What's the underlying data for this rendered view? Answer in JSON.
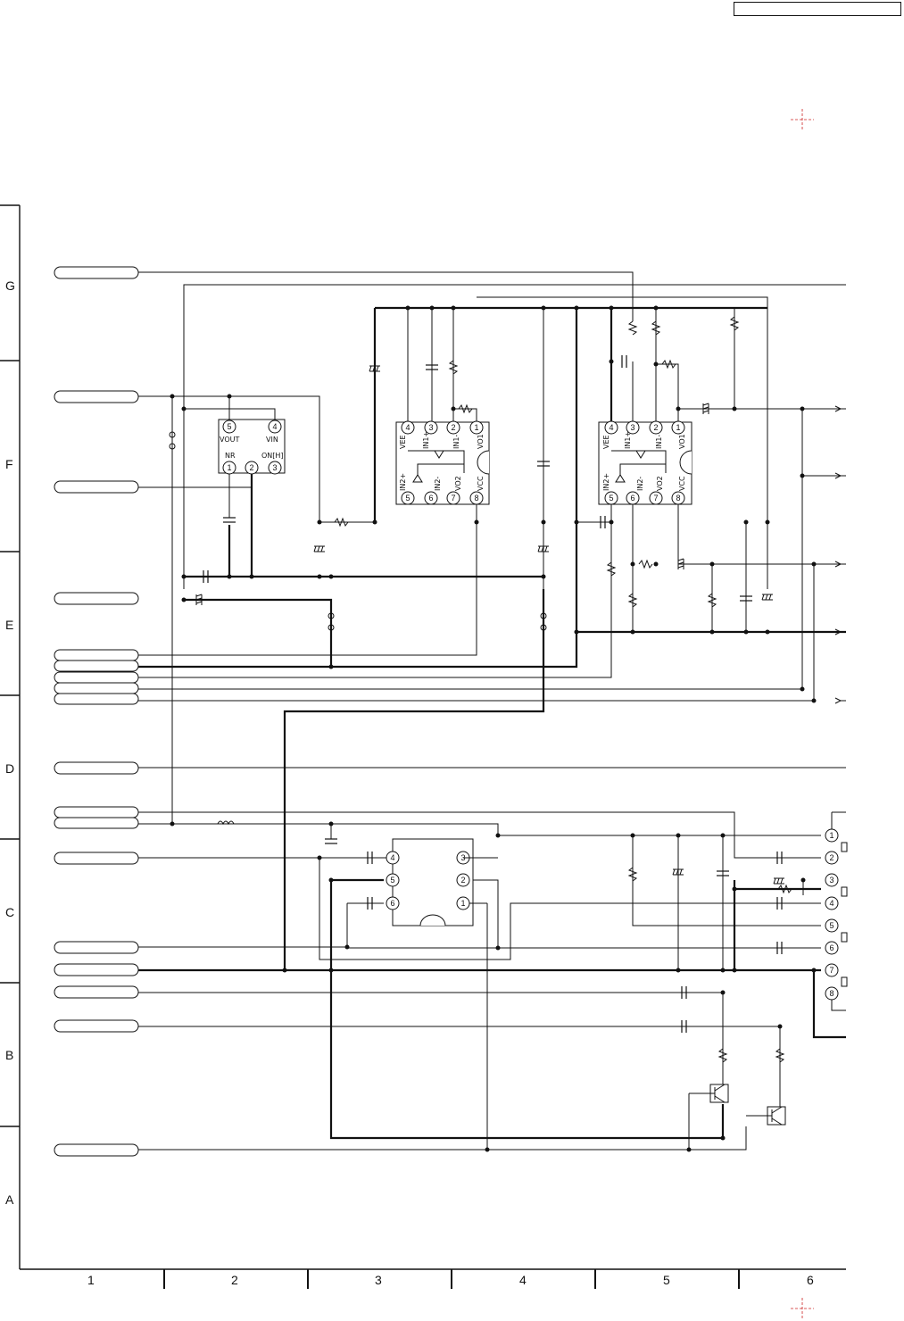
{
  "row_labels": [
    "G",
    "F",
    "E",
    "D",
    "C",
    "B",
    "A"
  ],
  "column_labels": [
    "1",
    "2",
    "3",
    "4",
    "5",
    "6"
  ],
  "regulator": {
    "pins": [
      "5",
      "4",
      "1",
      "2",
      "3"
    ],
    "labels": [
      "VOUT",
      "VIN",
      "NR",
      "ON[H]"
    ]
  },
  "opamp_left": {
    "pins_top": [
      "4",
      "3",
      "2",
      "1"
    ],
    "pins_bottom": [
      "5",
      "6",
      "7",
      "8"
    ],
    "labels_top": [
      "VEE",
      "IN1+",
      "IN1-",
      "VO1"
    ],
    "labels_bottom": [
      "IN2+",
      "IN2-",
      "VO2",
      "VCC"
    ]
  },
  "opamp_right": {
    "pins_top": [
      "4",
      "3",
      "2",
      "1"
    ],
    "pins_bottom": [
      "5",
      "6",
      "7",
      "8"
    ],
    "labels_top": [
      "VEE",
      "IN1+",
      "IN1-",
      "VO1"
    ],
    "labels_bottom": [
      "IN2+",
      "IN2-",
      "VO2",
      "VCC"
    ]
  },
  "ic_lower": {
    "pins_left": [
      "4",
      "5",
      "6"
    ],
    "pins_right": [
      "3",
      "2",
      "1"
    ]
  },
  "connector_right": {
    "pins": [
      "1",
      "2",
      "3",
      "4",
      "5",
      "6",
      "7",
      "8"
    ]
  },
  "colors": {
    "line": "#111111",
    "mark": "#cc2222"
  }
}
